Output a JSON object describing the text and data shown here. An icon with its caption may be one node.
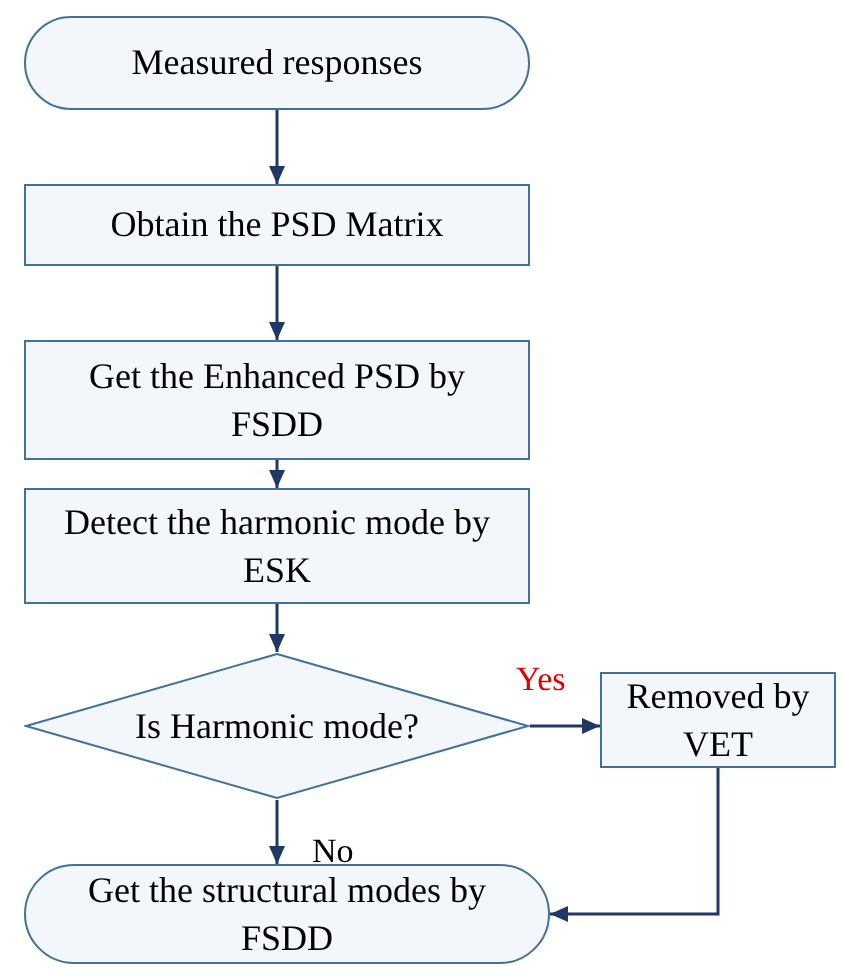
{
  "diagram": {
    "nodes": [
      {
        "text": [
          "Measured responses"
        ]
      },
      {
        "text": [
          "Obtain the PSD Matrix"
        ]
      },
      {
        "text": [
          "Get the Enhanced PSD by FSDD"
        ]
      },
      {
        "text": [
          "Detect the harmonic mode by ESK"
        ]
      },
      {
        "text": [
          "Is Harmonic mode?"
        ]
      },
      {
        "text": [
          "Removed by VET"
        ]
      },
      {
        "text": [
          "Get the structural modes by FSDD"
        ]
      }
    ],
    "edges": [
      {
        "from": 0,
        "to": 1,
        "arrow": "to"
      },
      {
        "from": 1,
        "to": 2,
        "arrow": "to"
      },
      {
        "from": 2,
        "to": 3,
        "arrow": "to"
      },
      {
        "from": 3,
        "to": 4,
        "arrow": "to"
      },
      {
        "from": 4,
        "to": 5,
        "arrow": "to",
        "label": "Yes"
      },
      {
        "from": 4,
        "to": 6,
        "arrow": "to",
        "label": "No"
      },
      {
        "from": 5,
        "to": 6,
        "arrow": "to"
      }
    ]
  }
}
